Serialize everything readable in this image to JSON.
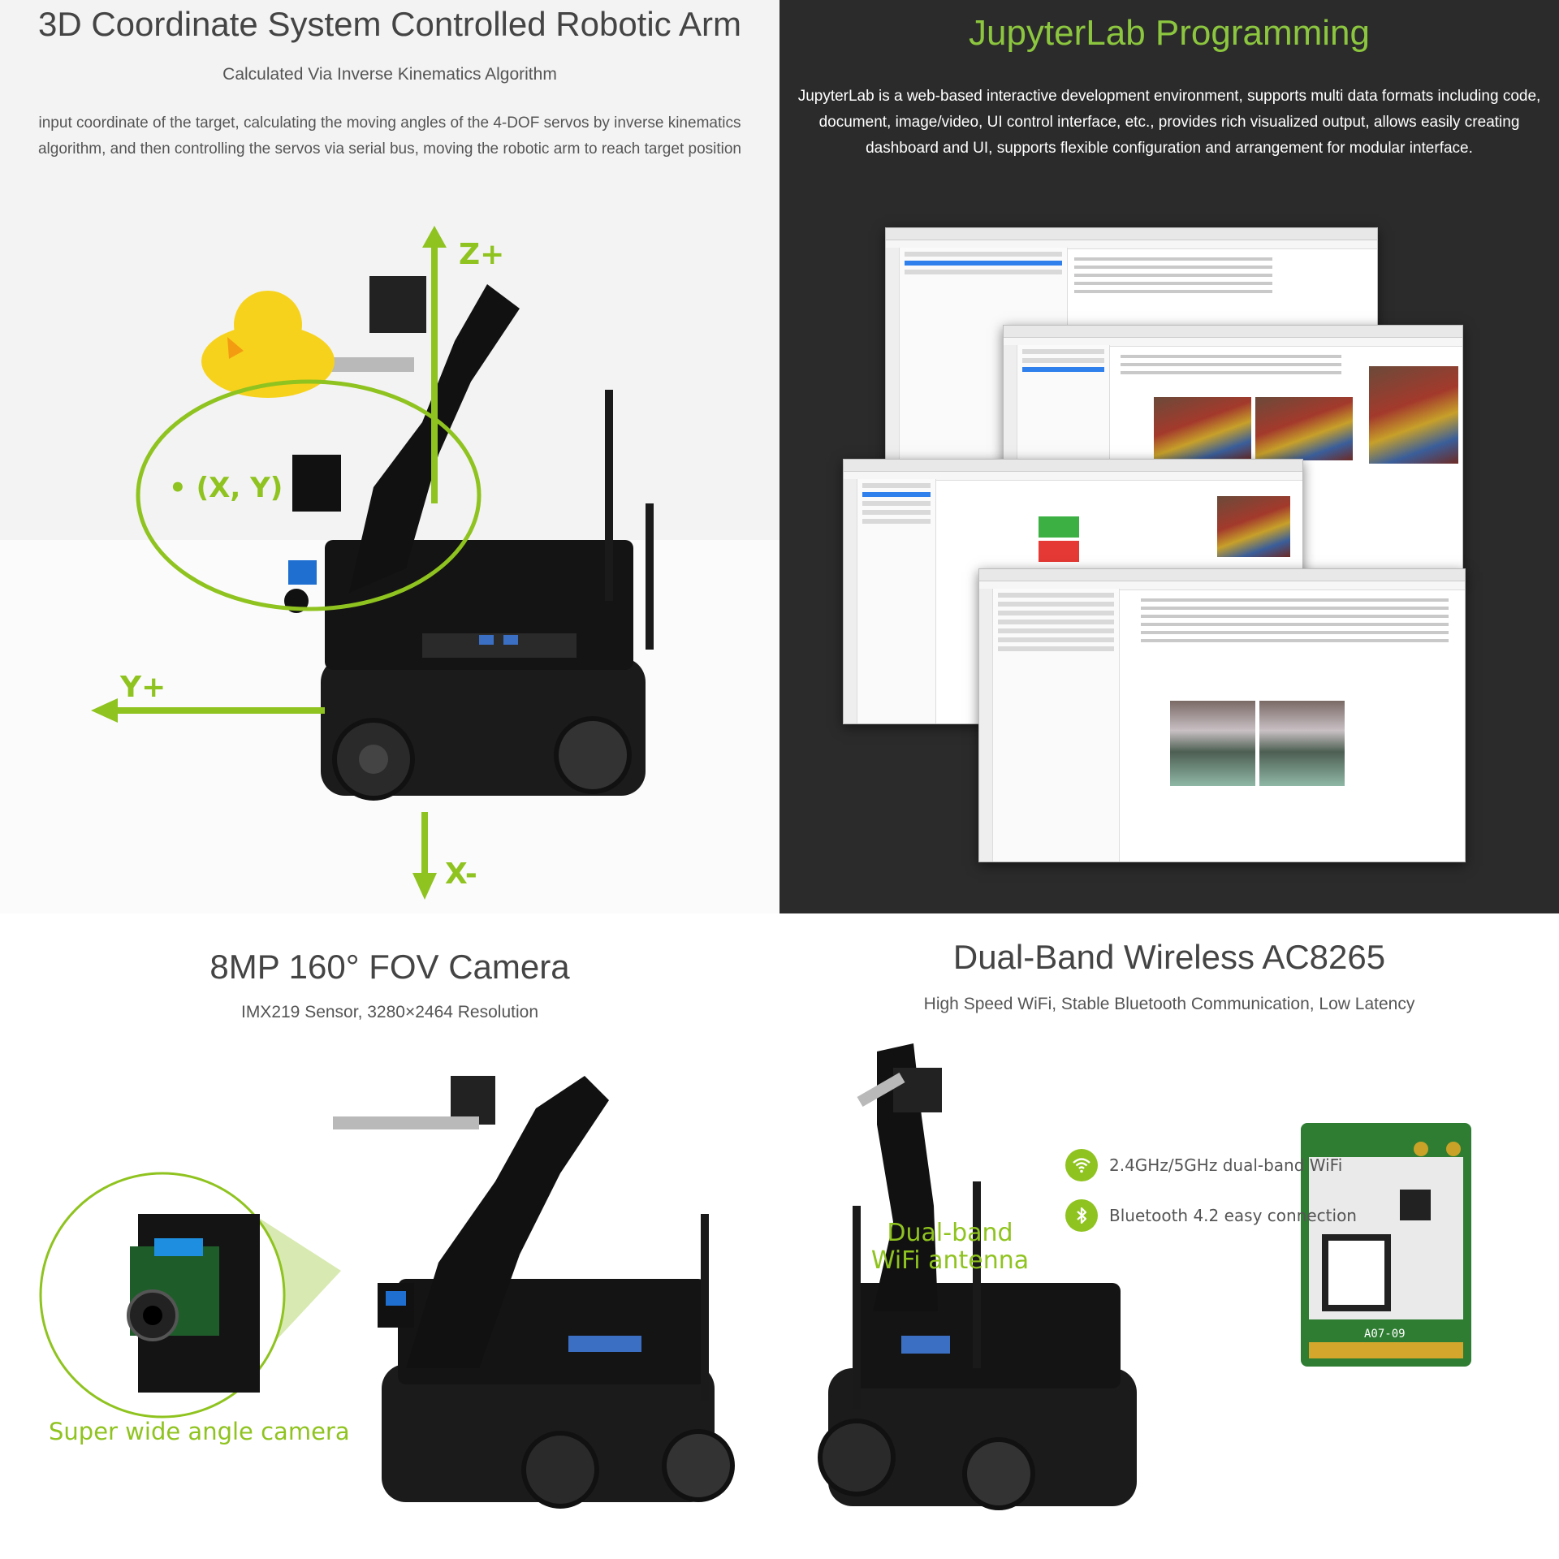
{
  "panel1": {
    "title": "3D Coordinate System Controlled Robotic Arm",
    "subtitle": "Calculated Via Inverse Kinematics Algorithm",
    "description": "input coordinate of the target, calculating the moving angles of the 4-DOF servos by inverse kinematics algorithm, and then controlling the servos via serial bus, moving the robotic arm to reach target position",
    "axis_z": "Z+",
    "axis_y": "Y+",
    "axis_x": "X-",
    "point_label": "• (X, Y)"
  },
  "panel2": {
    "title": "JupyterLab Programming",
    "description": "JupyterLab is a web-based interactive development environment, supports multi data formats including code, document, image/video, UI control interface, etc., provides rich visualized output, allows easily creating dashboard and UI, supports flexible configuration and arrangement for modular interface."
  },
  "panel3": {
    "title": "8MP 160° FOV Camera",
    "subtitle": "IMX219 Sensor, 3280×2464 Resolution",
    "callout": "Super wide angle camera"
  },
  "panel4": {
    "title": "Dual-Band Wireless AC8265",
    "subtitle": "High Speed WiFi, Stable Bluetooth Communication, Low Latency",
    "antenna_label_1": "Dual-band",
    "antenna_label_2": "WiFi antenna",
    "card_text": "A07-09",
    "features": [
      {
        "icon": "wifi-icon",
        "label": "2.4GHz/5GHz dual-band WiFi"
      },
      {
        "icon": "bluetooth-icon",
        "label": "Bluetooth 4.2 easy connection"
      }
    ]
  },
  "colors": {
    "accent_green": "#8fc31f",
    "title_gray": "#444444",
    "jupyter_title_green": "#8cc63f",
    "dark_bg": "#2b2b2b"
  }
}
